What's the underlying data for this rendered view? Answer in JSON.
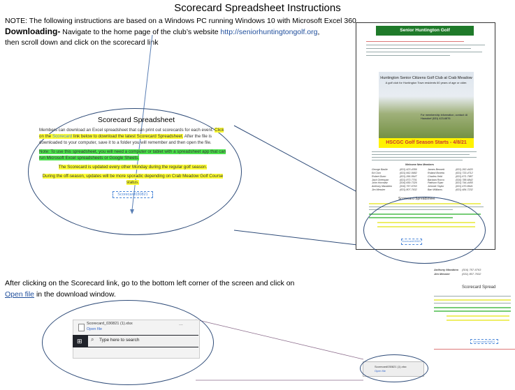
{
  "doc": {
    "title": "Scorecard Spreadsheet Instructions",
    "note": "NOTE: The following instructions are based on a Windows PC running Windows 10 with Microsoft Excel 360.",
    "downloading_label": "Downloading-",
    "downloading_text": " Navigate to the home page of the club’s website ",
    "site_url": "http://seniorhuntingtongolf.org",
    "site_url_suffix": ",",
    "scroll_text": "then scroll down and click on the scorecard link",
    "after_text": "After clicking on the Scorecard link, go to the bottom left corner of the screen and click on ",
    "open_file_link": "Open file",
    "after_suffix": " in the download window."
  },
  "scorecard_panel": {
    "title": "Scorecard Spreadsheet",
    "p1_a": "Members can download an Excel spreadsheet that can print out scorecards for each event. ",
    "p1_hl1": "Click on the ",
    "p1_blue": "Scorecard",
    "p1_hl2": " link below to download the latest Scorecard Spreadsheet.",
    "p1_b": " After the file is downloaded to your computer, save it to a folder you will remember and then open the file.",
    "p2": "Note: To use this spreadsheet, you will need a computer or tablet with a spreadsheet app that can run Microsoft Excel spreadsheets or Google Sheets.",
    "p3": "The Scorecard is updated every other Monday during the regular golf season.",
    "p4": "During the off-season, updates will be more sporadic depending on Crab Meadow Golf Course status.",
    "link": "Scorecard030821"
  },
  "thumbnail": {
    "banner": "Senior Huntington Golf",
    "photo_title": "Huntington Senior Citizens Golf Club at Crab Meadow",
    "photo_sub": "A golf club for Huntington Town residents 60 years of age or older.",
    "photo_contact": "For membership information, contact: Al Hausdorf (631) 423-6876",
    "season_banner": "HSCGC Golf Season Starts - 4/8/21",
    "roster_heading": "Welcome New Members",
    "roster_col1": "George Basile\nEd Cion\nRobert Dunn\nJack Greenpan\nJohn Horowitz\nAnthony Marabino\nJim Messier",
    "roster_col2": "(631) 423-4356\n(631) 662-5682\n(631) 266-5647\n(631) 873-7701\n(516) 659-7326\n(516) 757-6763\n(631) 807-7632",
    "roster_col3": "James Bennett\nRoland Boneta\nCharles Held\nBarbara Rocco\nPattison Ryan\nJohnnie Taylor\nBart Williams",
    "roster_col4": "(631) 262-4420\n(631) 733-4712\n(631) 671-7987\n(516) 788-6842\n(631) 744-4455\n(631) 470-8641\n(631) 484-7232",
    "sc_title": "Scorecard Spreadsheet",
    "sc_link": "Scorecard030821"
  },
  "download_window": {
    "filename": "Scorecard_030821 (1).xlsx",
    "open_file": "Open file",
    "more": "...",
    "start_icon": "windows-icon",
    "search_placeholder": "Type here to search",
    "search_icon": "search-icon"
  },
  "crop": {
    "roster_names": "Anthony Marabino\nJim Messier",
    "roster_phones": "(516) 757-6763\n(631) 807-7632",
    "title": "Scorecard Spread",
    "link": "Scorecard030821",
    "dl_filename": "Scorecard030821 (1).xlsx",
    "dl_open": "Open file"
  },
  "colors": {
    "highlight_yellow": "#ffff33",
    "highlight_green": "#4ce24c",
    "link_blue": "#1f4e9c",
    "banner_green": "#1f7a2a",
    "ellipse_stroke": "#2e4b78"
  }
}
